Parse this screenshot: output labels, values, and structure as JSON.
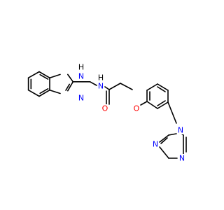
{
  "molecule": {
    "atom_labels": {
      "nh_benzimidazole": "N",
      "nh_benzimidazole_h": "H",
      "n_benzimidazole": "N",
      "nh_amide": "N",
      "nh_amide_h": "H",
      "o_carbonyl": "O",
      "o_ether": "O",
      "n_triazole_1": "N",
      "n_triazole_2": "N",
      "n_triazole_3": "N"
    },
    "colors": {
      "nitrogen": "#0000ff",
      "oxygen": "#ff0000",
      "bond": "#000000",
      "background": "#ffffff"
    }
  }
}
